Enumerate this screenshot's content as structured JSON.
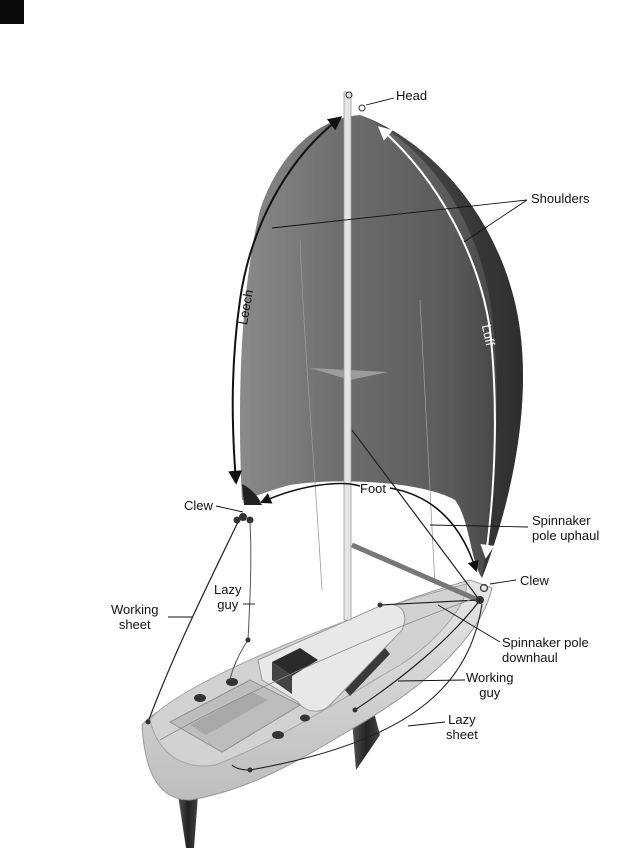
{
  "labels": {
    "head": "Head",
    "shoulders": "Shoulders",
    "leech": "Leech",
    "luff": "Luff",
    "foot": "Foot",
    "clew_left": "Clew",
    "clew_right": "Clew",
    "spinnaker_pole_uphaul": [
      "Spinnaker",
      "pole uphaul"
    ],
    "lazy_guy": [
      "Lazy",
      "guy"
    ],
    "working_sheet": [
      "Working",
      "sheet"
    ],
    "spinnaker_pole_downhaul": [
      "Spinnaker pole",
      "downhaul"
    ],
    "working_guy": [
      "Working",
      "guy"
    ],
    "lazy_sheet": [
      "Lazy",
      "sheet"
    ]
  },
  "colors": {
    "sail_dark": "#4a4a4a",
    "sail_mid": "#7a7a7a",
    "hull_light": "#dcdcdc",
    "deck": "#c9c9c9",
    "line": "#1a1a1a",
    "arrow_white": "#ffffff"
  }
}
